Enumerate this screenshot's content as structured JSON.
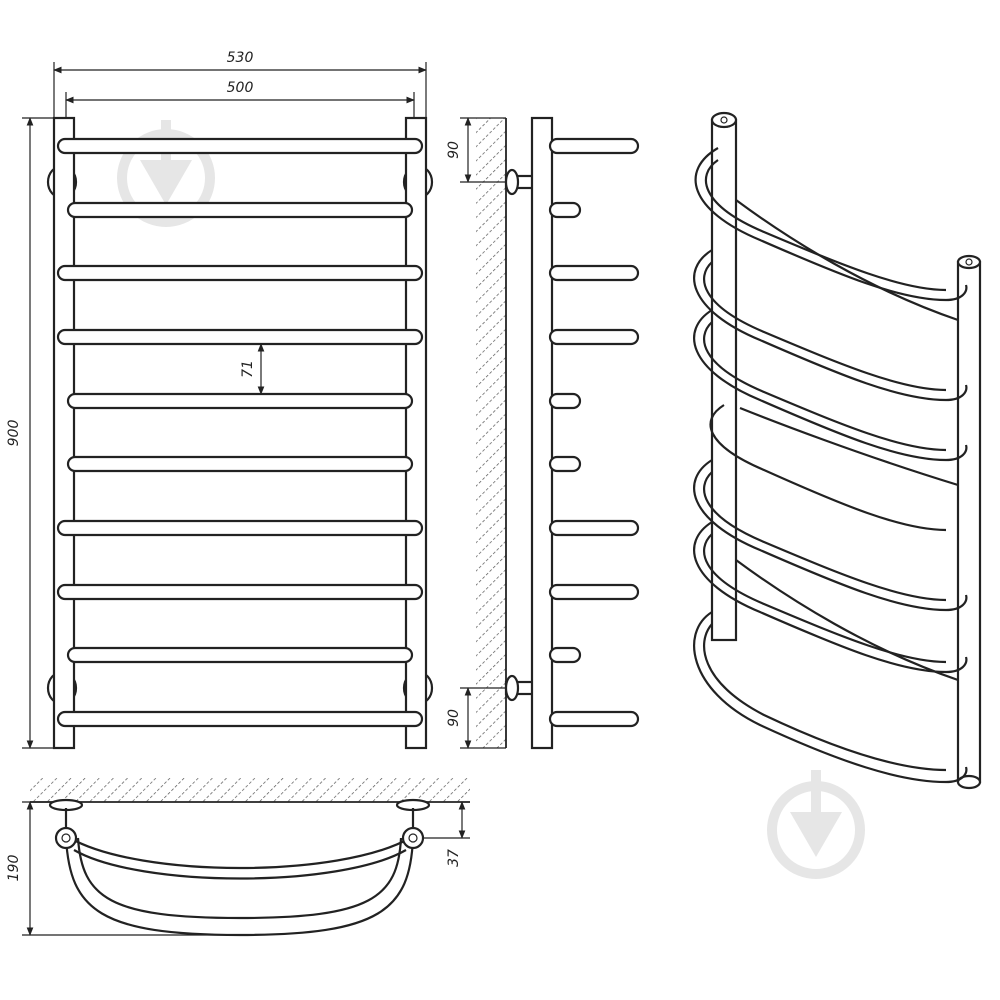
{
  "dimensions": {
    "overall_width": "530",
    "rail_width": "500",
    "height": "900",
    "rung_spacing": "71",
    "mount_top": "90",
    "mount_bottom": "90",
    "depth": "190",
    "offset": "37"
  },
  "rung_count": 10,
  "watermark": {
    "icon": "download-arrow-icon",
    "color": "#e6e6e6"
  },
  "colors": {
    "line": "#222222",
    "background": "#ffffff"
  }
}
